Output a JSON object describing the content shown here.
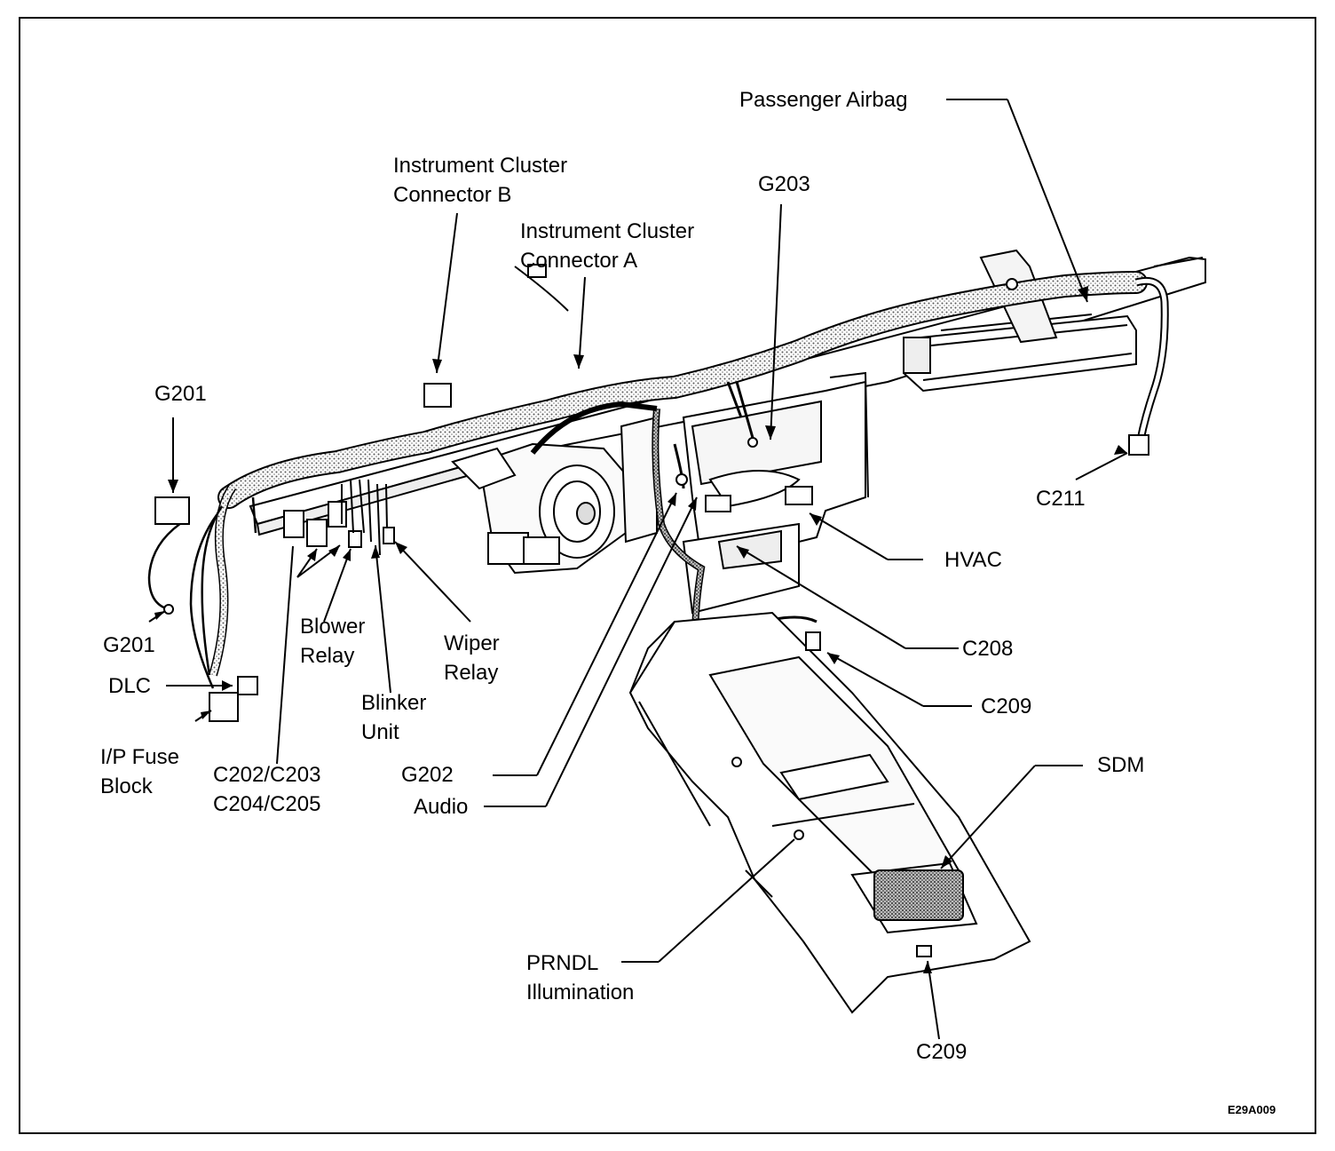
{
  "diagram_code": "E29A009",
  "labels": {
    "passenger_airbag": "Passenger Airbag",
    "instrument_cluster_b": [
      "Instrument Cluster",
      "Connector B"
    ],
    "instrument_cluster_a": [
      "Instrument Cluster",
      "Connector A"
    ],
    "g203": "G203",
    "g201_top": "G201",
    "g201_bottom": "G201",
    "c211": "C211",
    "hvac": "HVAC",
    "c208": "C208",
    "c209_mid": "C209",
    "c209_bottom": "C209",
    "sdm": "SDM",
    "dlc": "DLC",
    "ip_fuse_block": [
      "I/P Fuse",
      "Block"
    ],
    "c202_c205": [
      "C202/C203",
      "C204/C205"
    ],
    "blower_relay": [
      "Blower",
      "Relay"
    ],
    "blinker_unit": [
      "Blinker",
      "Unit"
    ],
    "wiper_relay": [
      "Wiper",
      "Relay"
    ],
    "g202": "G202",
    "audio": "Audio",
    "prndl_illumination": [
      "PRNDL",
      "Illumination"
    ]
  },
  "colors": {
    "ink": "#000000",
    "paper": "#ffffff",
    "harness": "#9a9a9a"
  }
}
